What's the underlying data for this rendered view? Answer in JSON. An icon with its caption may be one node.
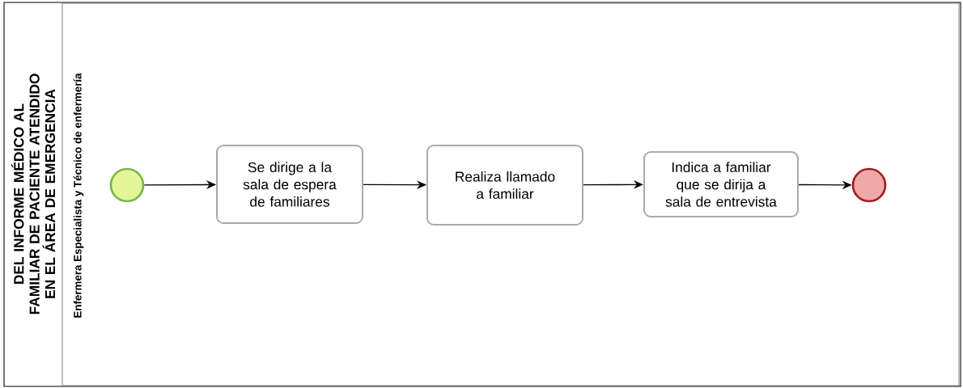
{
  "diagram": {
    "nodes": [
      {
        "text": [
          "DEL INFORME MÉDICO AL FAMILIAR DE PACIENTE ATENDIDO EN EL ÁREA DE EMERGENCIA"
        ]
      },
      {
        "text": [
          "Enfermera Especialista y Técnico de enfermería"
        ],
        "in": 0
      },
      {
        "text": [],
        "shape": "circle",
        "in": 1
      },
      {
        "text": [
          "Se dirige a la sala de espera de familiares"
        ],
        "in": 1
      },
      {
        "text": [
          "Realiza llamado a familiar"
        ],
        "in": 1
      },
      {
        "text": [
          "Indica a familiar que se dirija a sala de entrevista"
        ],
        "in": 1
      },
      {
        "text": [],
        "shape": "circle",
        "in": 1
      }
    ],
    "edges": [
      {
        "from": 2,
        "to": 3,
        "arrow": "to"
      },
      {
        "from": 3,
        "to": 4,
        "arrow": "to"
      },
      {
        "from": 4,
        "to": 5,
        "arrow": "to"
      },
      {
        "from": 5,
        "to": 6,
        "arrow": "to"
      }
    ]
  }
}
